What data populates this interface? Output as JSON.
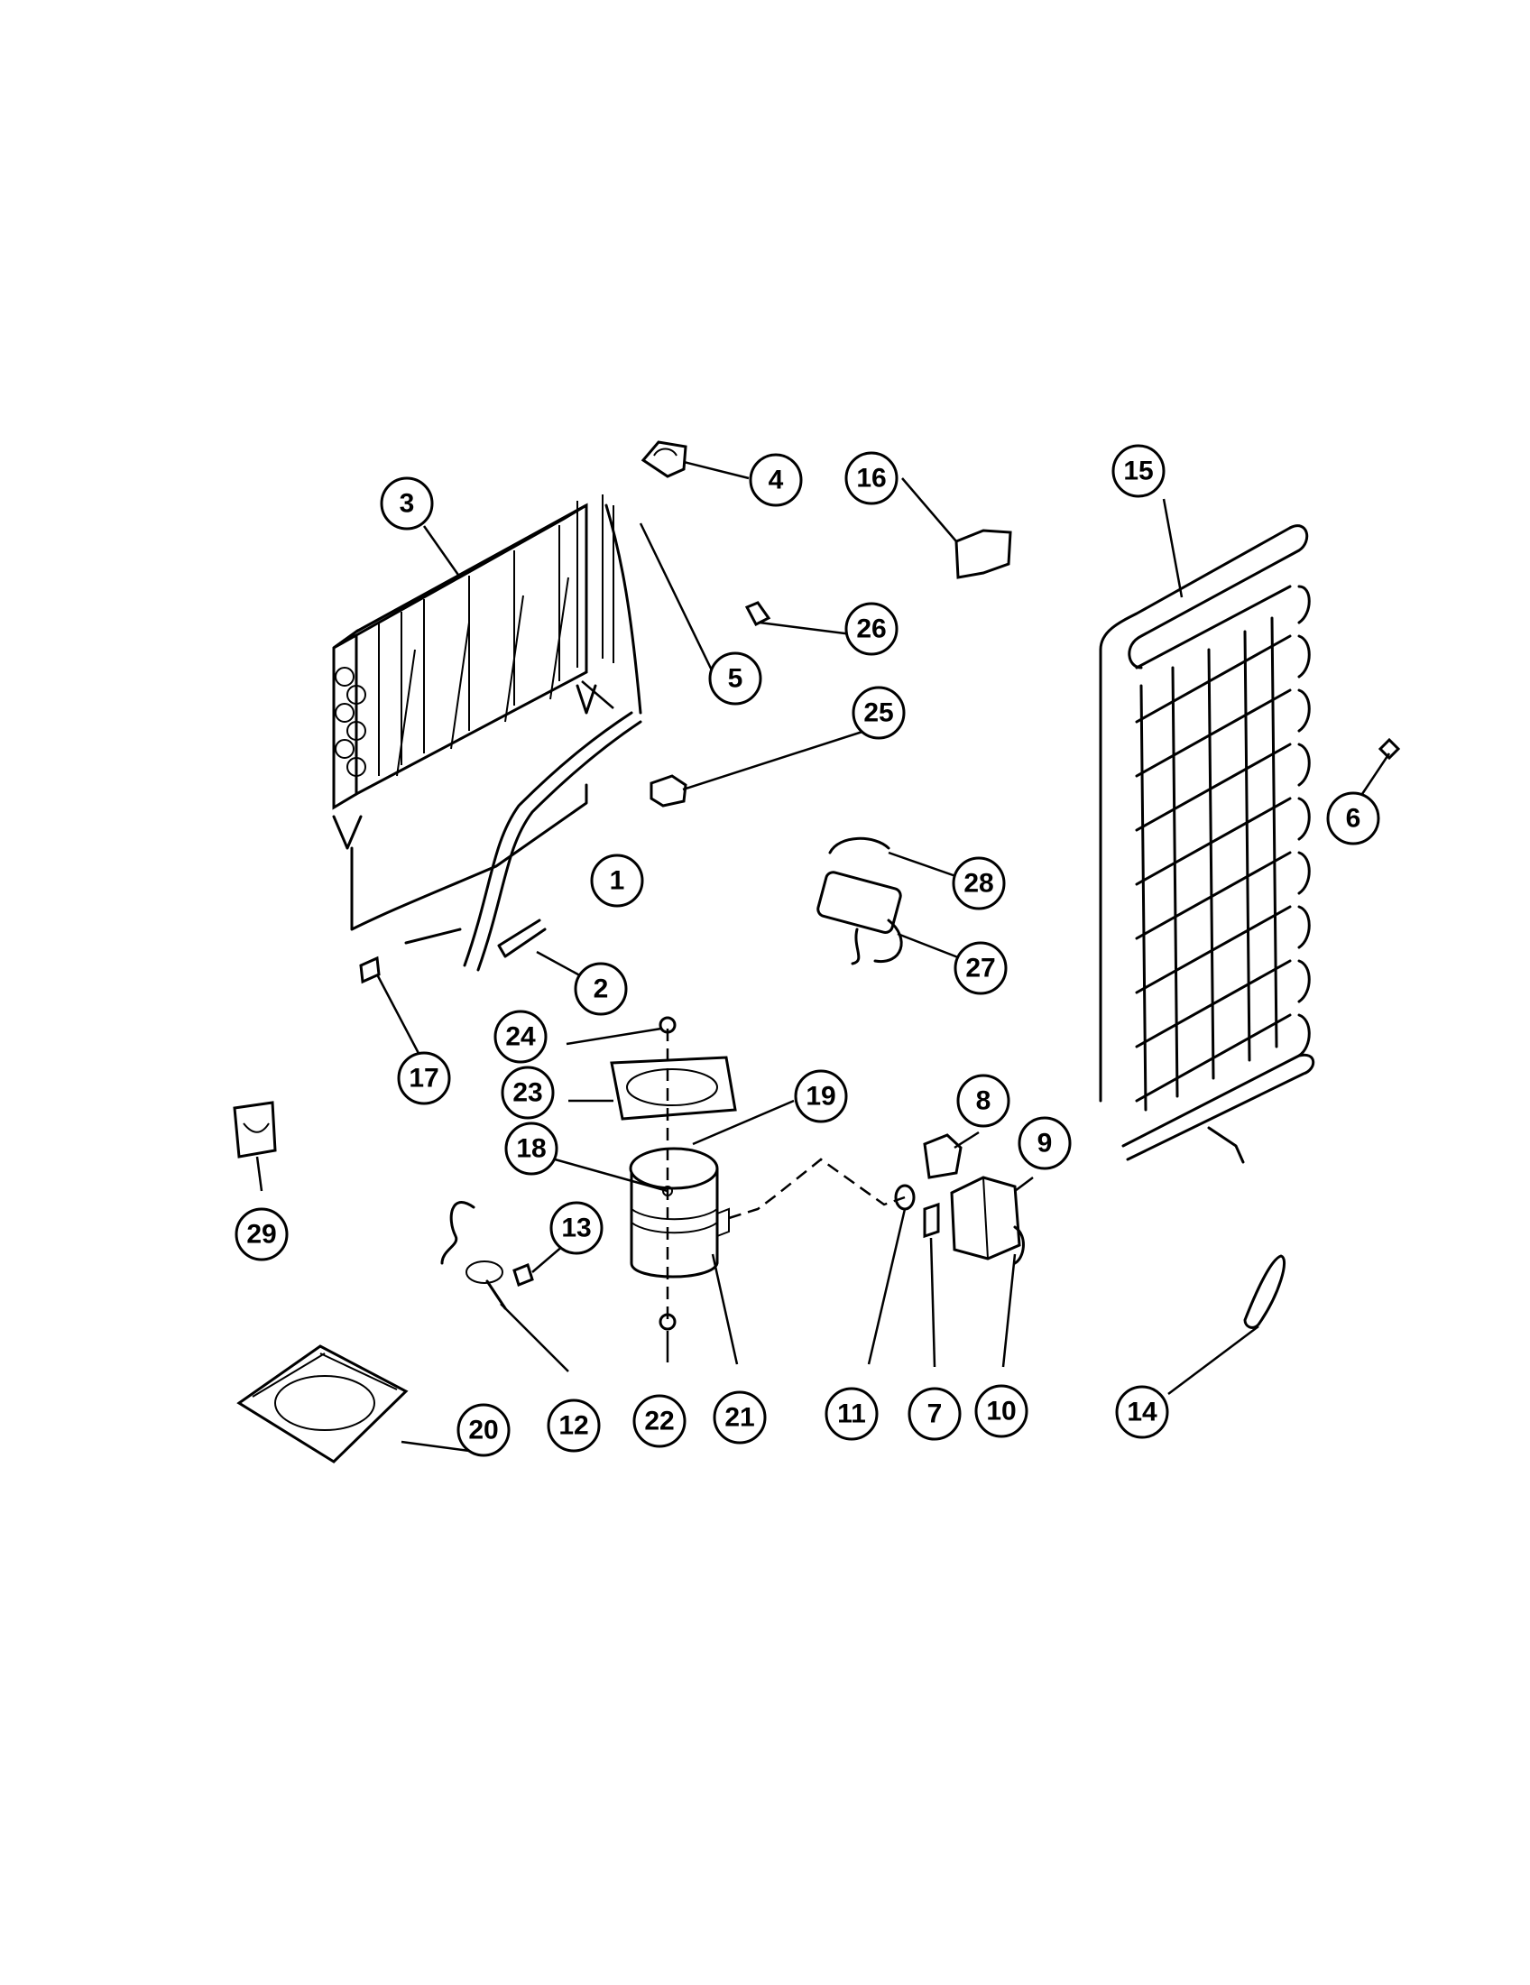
{
  "callouts": [
    {
      "id": "1",
      "text": "1"
    },
    {
      "id": "2",
      "text": "2"
    },
    {
      "id": "3",
      "text": "3"
    },
    {
      "id": "4",
      "text": "4"
    },
    {
      "id": "5",
      "text": "5"
    },
    {
      "id": "6",
      "text": "6"
    },
    {
      "id": "7",
      "text": "7"
    },
    {
      "id": "8",
      "text": "8"
    },
    {
      "id": "9",
      "text": "9"
    },
    {
      "id": "10",
      "text": "10"
    },
    {
      "id": "11",
      "text": "11"
    },
    {
      "id": "12",
      "text": "12"
    },
    {
      "id": "13",
      "text": "13"
    },
    {
      "id": "14",
      "text": "14"
    },
    {
      "id": "15",
      "text": "15"
    },
    {
      "id": "16",
      "text": "16"
    },
    {
      "id": "17",
      "text": "17"
    },
    {
      "id": "18",
      "text": "18"
    },
    {
      "id": "19",
      "text": "19"
    },
    {
      "id": "20",
      "text": "20"
    },
    {
      "id": "21",
      "text": "21"
    },
    {
      "id": "22",
      "text": "22"
    },
    {
      "id": "23",
      "text": "23"
    },
    {
      "id": "24",
      "text": "24"
    },
    {
      "id": "25",
      "text": "25"
    },
    {
      "id": "26",
      "text": "26"
    },
    {
      "id": "27",
      "text": "27"
    },
    {
      "id": "28",
      "text": "28"
    },
    {
      "id": "29",
      "text": "29"
    }
  ]
}
